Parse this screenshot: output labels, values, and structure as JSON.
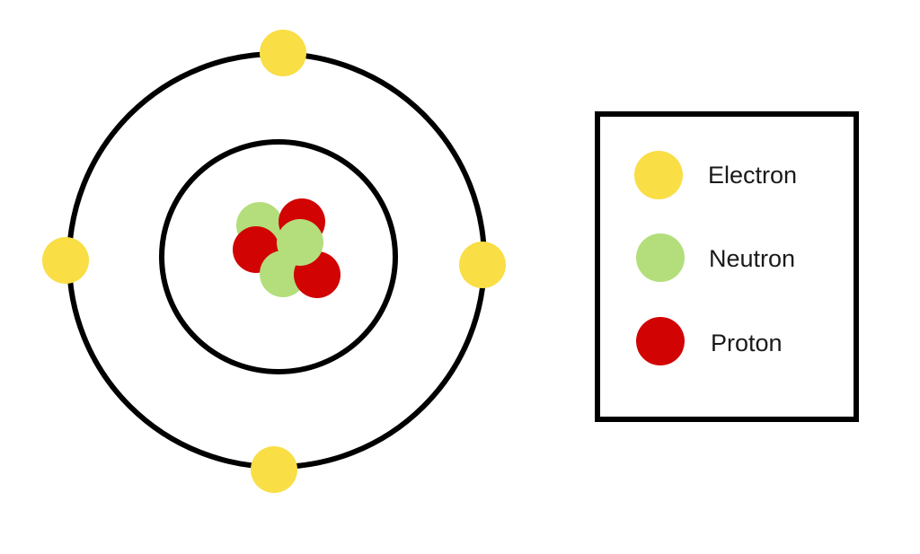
{
  "colors": {
    "electron": "#F9DE45",
    "neutron": "#B3DE7B",
    "proton": "#D20303",
    "orbit": "#000000"
  },
  "legend": {
    "items": [
      {
        "key": "electron",
        "label": "Electron",
        "color": "#F9DE45"
      },
      {
        "key": "neutron",
        "label": "Neutron",
        "color": "#B3DE7B"
      },
      {
        "key": "proton",
        "label": "Proton",
        "color": "#D20303"
      }
    ]
  },
  "atom": {
    "electron_count": 4,
    "neutron_count": 3,
    "proton_count": 3
  }
}
